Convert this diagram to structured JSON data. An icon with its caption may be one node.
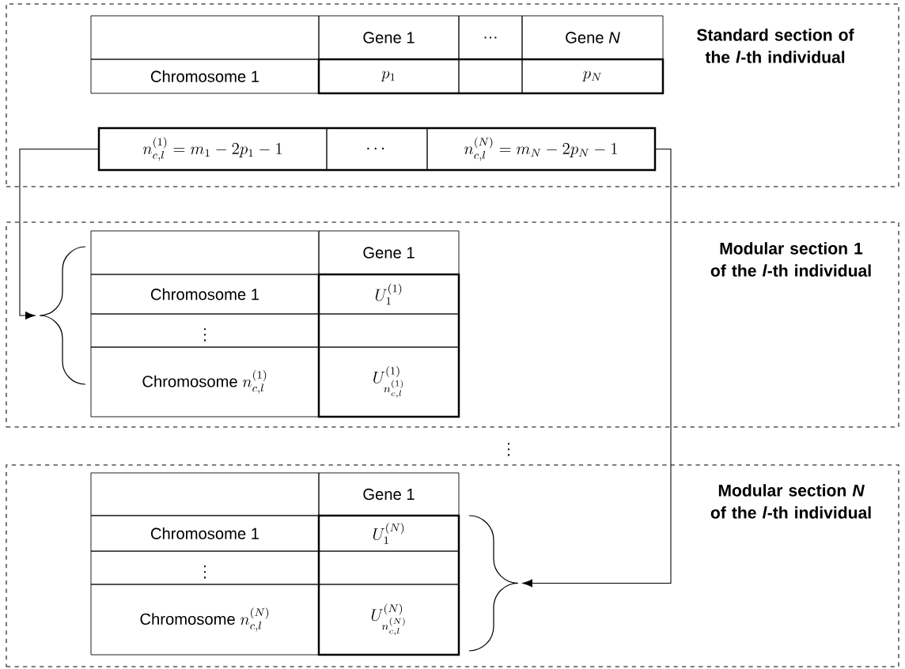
{
  "diagram": {
    "nodes": [
      {
        "text": [
          "Standard section of the *l*-th individual"
        ]
      },
      {
        "text": [
          "n_{c,l}^{(1)} = m_1 - 2p_1 - 1"
        ],
        "in": 0
      },
      {
        "text": [
          "\\cdots"
        ],
        "in": 0
      },
      {
        "text": [
          "n_{c,l}^{(N)} = m_N - 2p_N - 1"
        ],
        "in": 0
      },
      {
        "text": [
          "Modular section 1 of the *l*-th individual"
        ]
      },
      {
        "text": [],
        "shape": "brace",
        "in": 4
      },
      {
        "text": [
          "Modular section *N* of the *l*-th individual"
        ]
      },
      {
        "text": [],
        "shape": "brace",
        "in": 6
      }
    ],
    "edges": [
      {
        "from": 1,
        "to": 5,
        "arrow": "to"
      },
      {
        "from": 3,
        "to": 7,
        "arrow": "to"
      }
    ],
    "labels": [
      "Gene 1",
      "…",
      "Gene *N*",
      "Chromosome 1",
      "p_1",
      "p_N",
      "Gene 1",
      "Chromosome 1",
      "U_1^{(1)}",
      "\\vdots",
      "\\text{Chromosome }n_{c,l}^{(1)}",
      "U_{n_{c,l}^{(1)}}^{(1)}",
      "\\vdots",
      "Gene 1",
      "Chromosome 1",
      "U_1^{(N)}",
      "\\vdots",
      "\\text{Chromosome }n_{c,l}^{(N)}",
      "U_{n_{c,l}^{(N)}}^{(N)}"
    ]
  }
}
